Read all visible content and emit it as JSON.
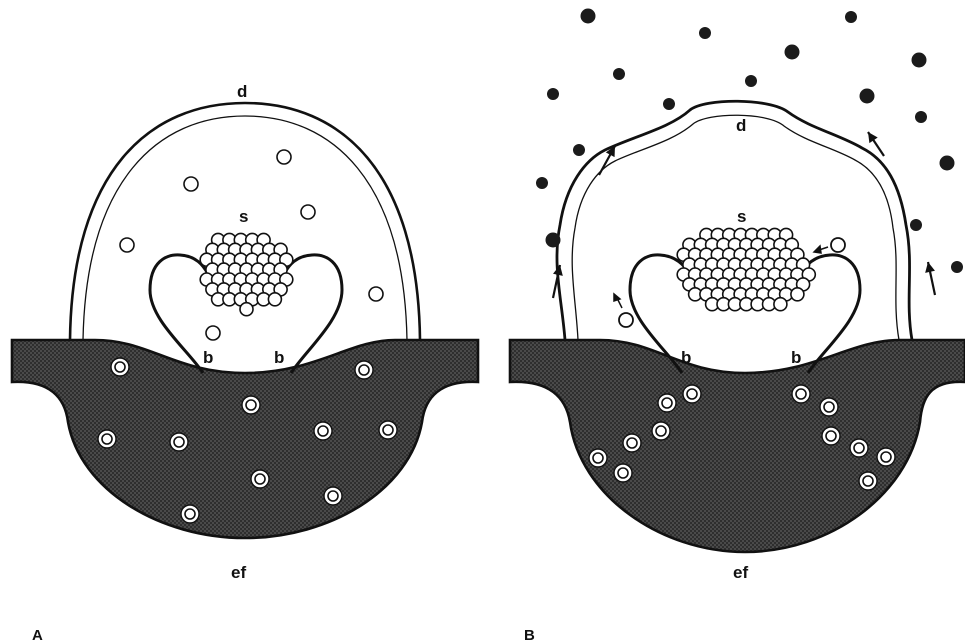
{
  "panels": [
    {
      "id": "A",
      "panel_label": "A",
      "labels": {
        "dome": "d",
        "cluster": "s",
        "bulb_left": "b",
        "bulb_right": "b",
        "base": "ef"
      }
    },
    {
      "id": "B",
      "panel_label": "B",
      "labels": {
        "dome": "d",
        "cluster": "s",
        "bulb_left": "b",
        "bulb_right": "b",
        "base": "ef"
      }
    }
  ],
  "colors": {
    "ink": "#111111",
    "fill_dark": "#3d3d3d",
    "paper": "#ffffff"
  }
}
